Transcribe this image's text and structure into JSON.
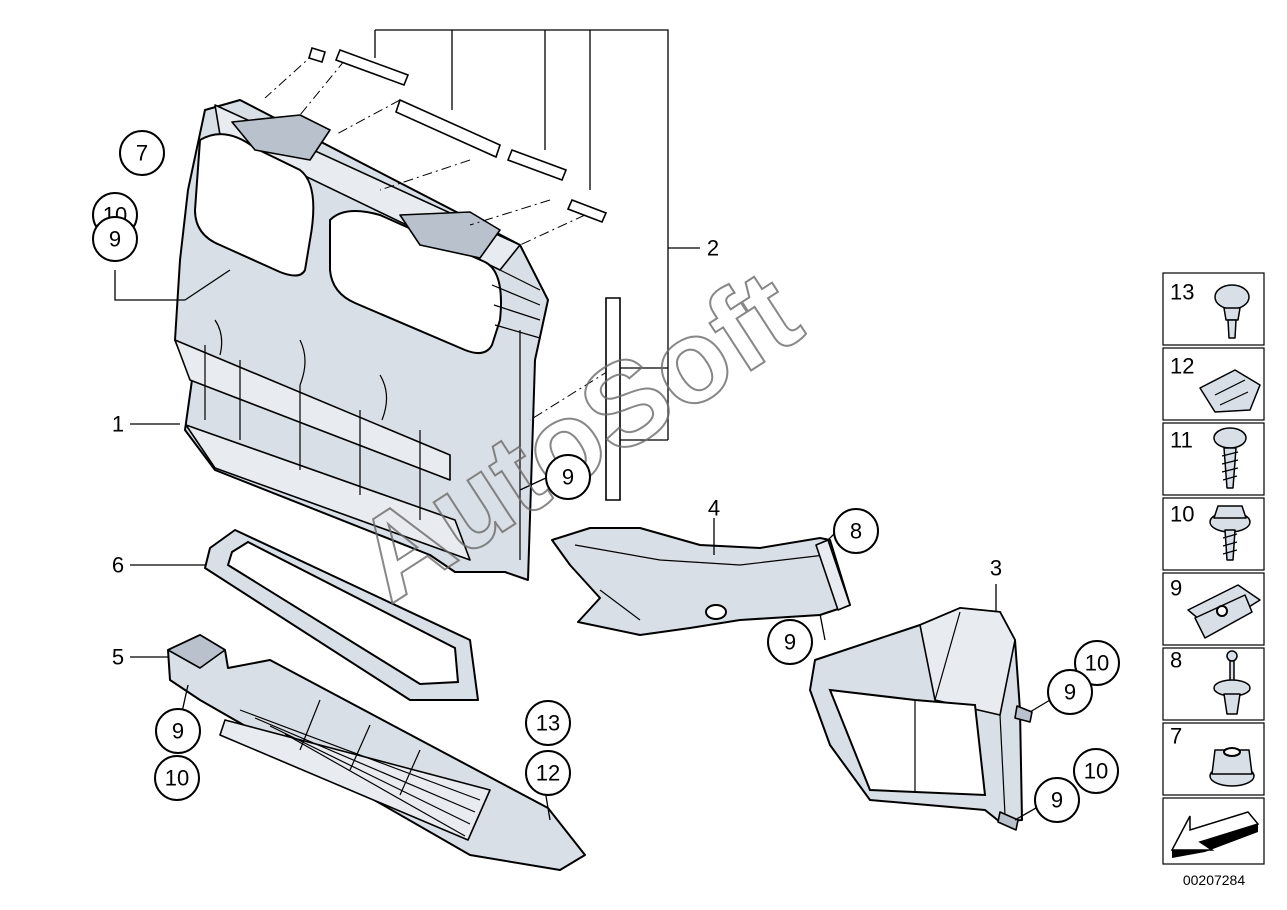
{
  "watermark_text": "AutoSoft",
  "diagram_code": "00207284",
  "plain_labels": [
    "1",
    "2",
    "3",
    "4",
    "5",
    "6"
  ],
  "callouts": [
    "7",
    "10",
    "9",
    "9",
    "8",
    "9",
    "10",
    "9",
    "10",
    "9",
    "9",
    "10",
    "13",
    "12"
  ],
  "legend": {
    "items": [
      {
        "number": "13",
        "icon": "clip-nut-screw-icon"
      },
      {
        "number": "12",
        "icon": "spring-nut-icon"
      },
      {
        "number": "11",
        "icon": "self-tapping-screw-icon"
      },
      {
        "number": "10",
        "icon": "hex-screw-with-washer-icon"
      },
      {
        "number": "9",
        "icon": "sheet-metal-nut-icon"
      },
      {
        "number": "8",
        "icon": "expanding-rivet-icon"
      },
      {
        "number": "7",
        "icon": "hex-collar-nut-icon"
      }
    ],
    "direction_icon": "driving-direction-arrow-icon"
  }
}
